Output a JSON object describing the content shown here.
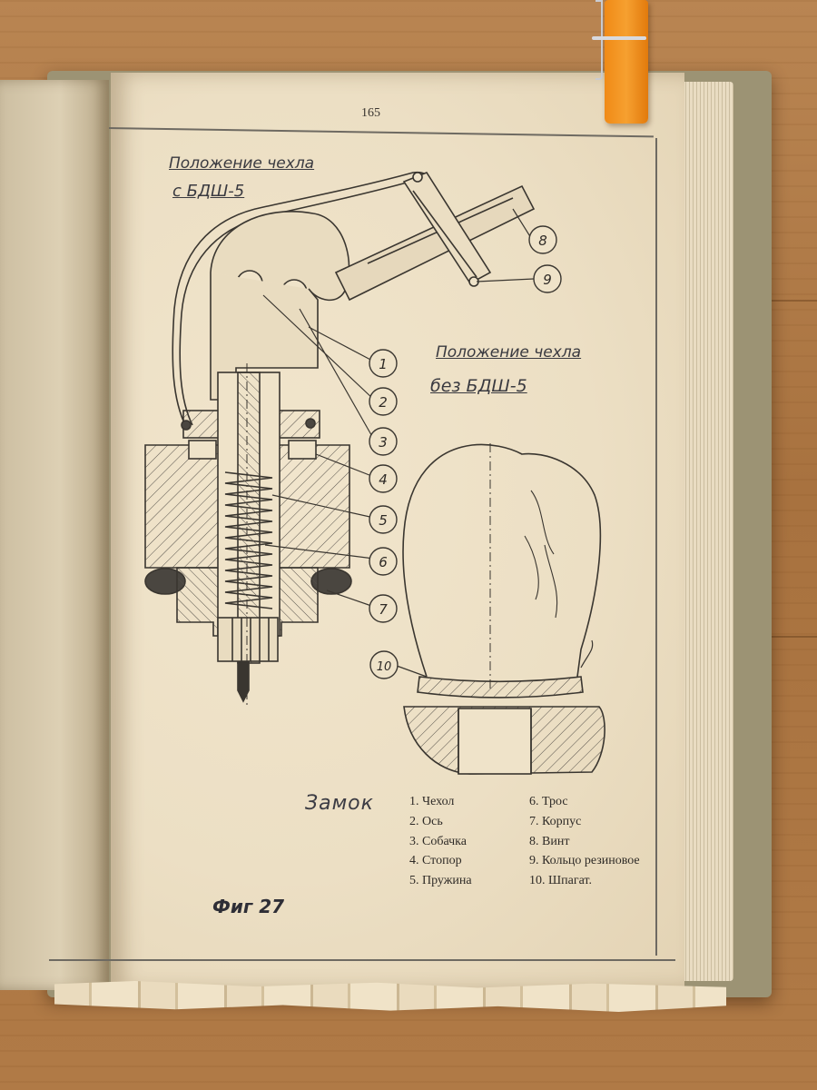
{
  "page_number": "165",
  "labels": {
    "with_bdsh_line1": "Положение чехла",
    "with_bdsh_line2": "с БДШ-5",
    "without_bdsh_line1": "Положение чехла",
    "without_bdsh_line2": "без БДШ-5"
  },
  "callouts": [
    "1",
    "2",
    "3",
    "4",
    "5",
    "6",
    "7",
    "8",
    "9",
    "10"
  ],
  "caption": "Замок",
  "legend": {
    "column1": [
      "1. Чехол",
      "2. Ось",
      "3. Собачка",
      "4. Стопор",
      "5. Пружина"
    ],
    "column2": [
      "6. Трос",
      "7. Корпус",
      "8. Винт",
      "9. Кольцо резиновое",
      "10. Шпагат."
    ]
  },
  "figure_label": "Фиг 27",
  "colors": {
    "paper": "#ecdfc4",
    "ink": "#2f2b27",
    "clip": "#f08a16",
    "wood": "#a8723f"
  }
}
